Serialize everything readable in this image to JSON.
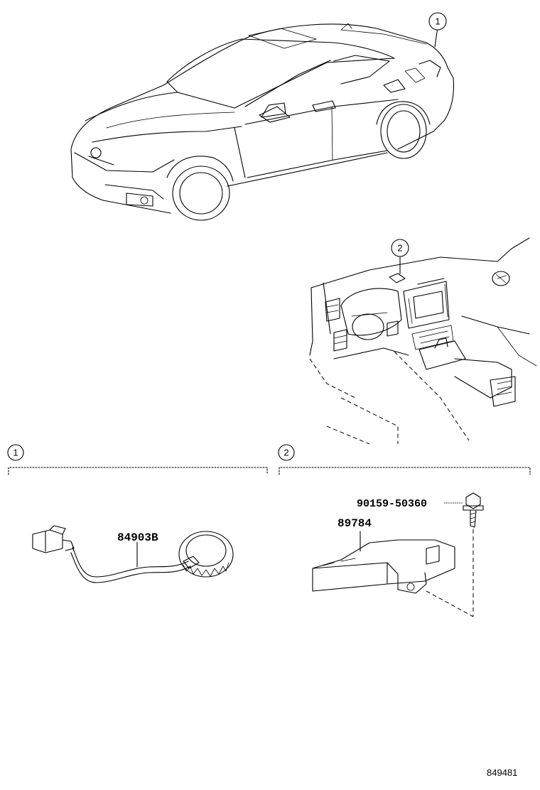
{
  "callouts": {
    "c1": "1",
    "c2": "2"
  },
  "sections": [
    {
      "label": "1"
    },
    {
      "label": "2"
    }
  ],
  "parts": {
    "sensor": "84903B",
    "module": "89784",
    "bolt": "90159-50360"
  },
  "diagram_code": "849481"
}
